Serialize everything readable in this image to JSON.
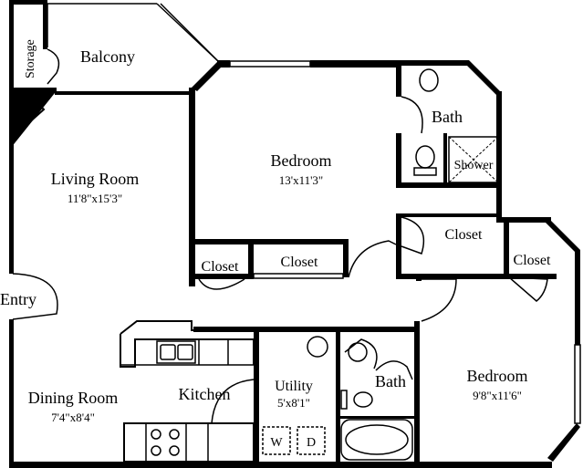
{
  "rooms": {
    "storage": {
      "name": "Storage"
    },
    "balcony": {
      "name": "Balcony"
    },
    "living_room": {
      "name": "Living Room",
      "dims": "11'8\"x15'3\""
    },
    "bedroom_main": {
      "name": "Bedroom",
      "dims": "13'x11'3\""
    },
    "bath_upper": {
      "name": "Bath"
    },
    "shower": {
      "name": "Shower"
    },
    "closet_upper": {
      "name": "Closet"
    },
    "closet_right": {
      "name": "Closet"
    },
    "closet_left_a": {
      "name": "Closet"
    },
    "closet_left_b": {
      "name": "Closet"
    },
    "entry": {
      "name": "Entry"
    },
    "dining_room": {
      "name": "Dining Room",
      "dims": "7'4\"x8'4\""
    },
    "kitchen": {
      "name": "Kitchen"
    },
    "utility": {
      "name": "Utility",
      "dims": "5'x8'1\""
    },
    "washer": {
      "name": "W"
    },
    "dryer": {
      "name": "D"
    },
    "bath_lower": {
      "name": "Bath"
    },
    "bedroom_second": {
      "name": "Bedroom",
      "dims": "9'8\"x11'6\""
    }
  }
}
